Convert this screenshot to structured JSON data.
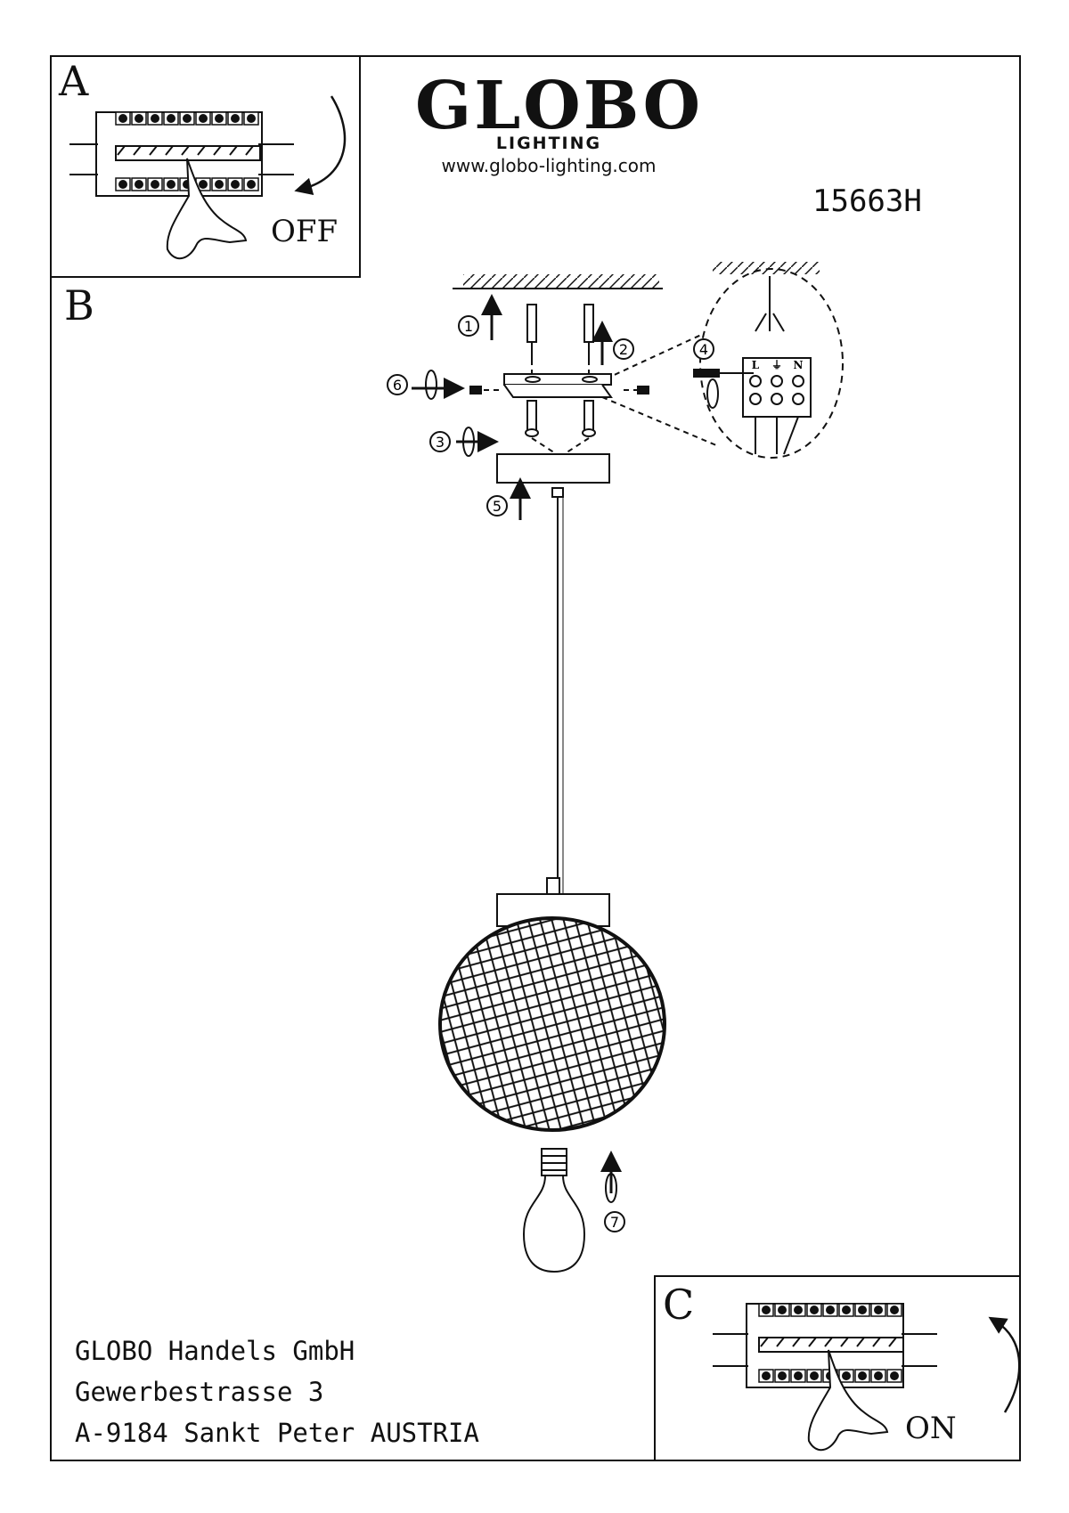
{
  "header": {
    "brand": "GLOBO",
    "brand_sub": "LIGHTING",
    "website": "www.globo-lighting.com",
    "model_number": "15663H"
  },
  "panels": {
    "a": {
      "letter": "A",
      "switch_label": "OFF"
    },
    "b": {
      "letter": "B"
    },
    "c": {
      "letter": "C",
      "switch_label": "ON"
    }
  },
  "steps": [
    "1",
    "2",
    "3",
    "4",
    "5",
    "6",
    "7"
  ],
  "terminal_labels": [
    "L",
    "⏚",
    "N"
  ],
  "address": {
    "line1": "GLOBO Handels GmbH",
    "line2": "Gewerbestrasse 3",
    "line3": "A-9184 Sankt Peter AUSTRIA"
  }
}
